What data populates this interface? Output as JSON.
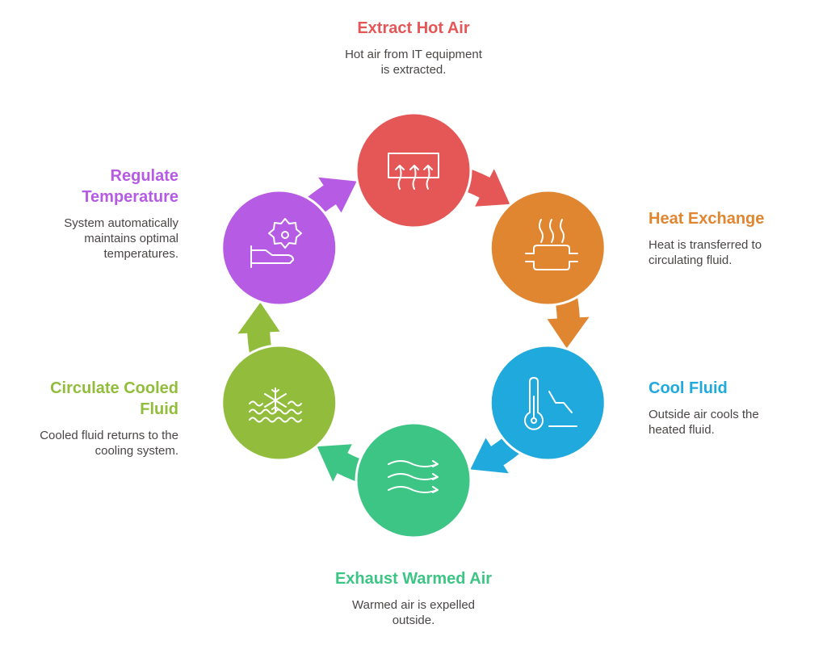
{
  "steps": [
    {
      "title": "Extract Hot Air",
      "desc": [
        "Hot air from IT equipment",
        "is extracted."
      ],
      "color": "#E55656",
      "icon": "vent-hot-air-icon"
    },
    {
      "title": "Heat Exchange",
      "desc": [
        "Heat is transferred to",
        "circulating fluid."
      ],
      "color": "#E08631",
      "icon": "heat-exchanger-icon"
    },
    {
      "title": "Cool Fluid",
      "desc": [
        "Outside air cools the",
        "heated fluid."
      ],
      "color": "#1FA9DC",
      "icon": "thermometer-graph-icon"
    },
    {
      "title": "Exhaust Warmed Air",
      "desc": [
        "Warmed air is expelled",
        "outside."
      ],
      "color": "#3DC585",
      "icon": "wind-icon"
    },
    {
      "title": "Circulate Cooled",
      "title2": "Fluid",
      "desc": [
        "Cooled fluid returns to the",
        "cooling system."
      ],
      "color": "#92BD3C",
      "icon": "snowflake-water-icon"
    },
    {
      "title": "Regulate",
      "title2": "Temperature",
      "desc": [
        "System automatically",
        "maintains optimal",
        "temperatures."
      ],
      "color": "#B65BE3",
      "icon": "hand-gear-icon"
    }
  ]
}
